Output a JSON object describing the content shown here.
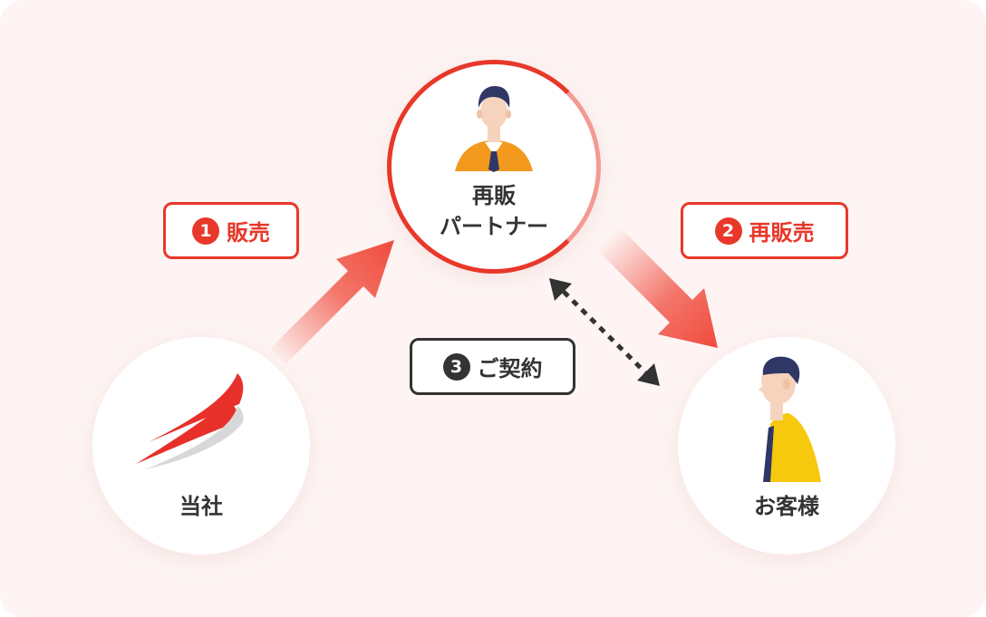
{
  "nodes": {
    "company": {
      "label": "当社"
    },
    "partner": {
      "label_line1": "再販",
      "label_line2": "パートナー"
    },
    "customer": {
      "label": "お客様"
    }
  },
  "steps": [
    {
      "number": "1",
      "label": "販売"
    },
    {
      "number": "2",
      "label": "再販売"
    },
    {
      "number": "3",
      "label": "ご契約"
    }
  ],
  "colors": {
    "accent": "#e8382a",
    "dark": "#333333",
    "background": "#fdf4f3",
    "partner_jacket": "#f39a1e",
    "customer_shirt": "#f6c90e"
  },
  "icons": {
    "company": "swoosh-logo-icon",
    "partner": "businessman-icon",
    "customer": "customer-person-icon"
  }
}
